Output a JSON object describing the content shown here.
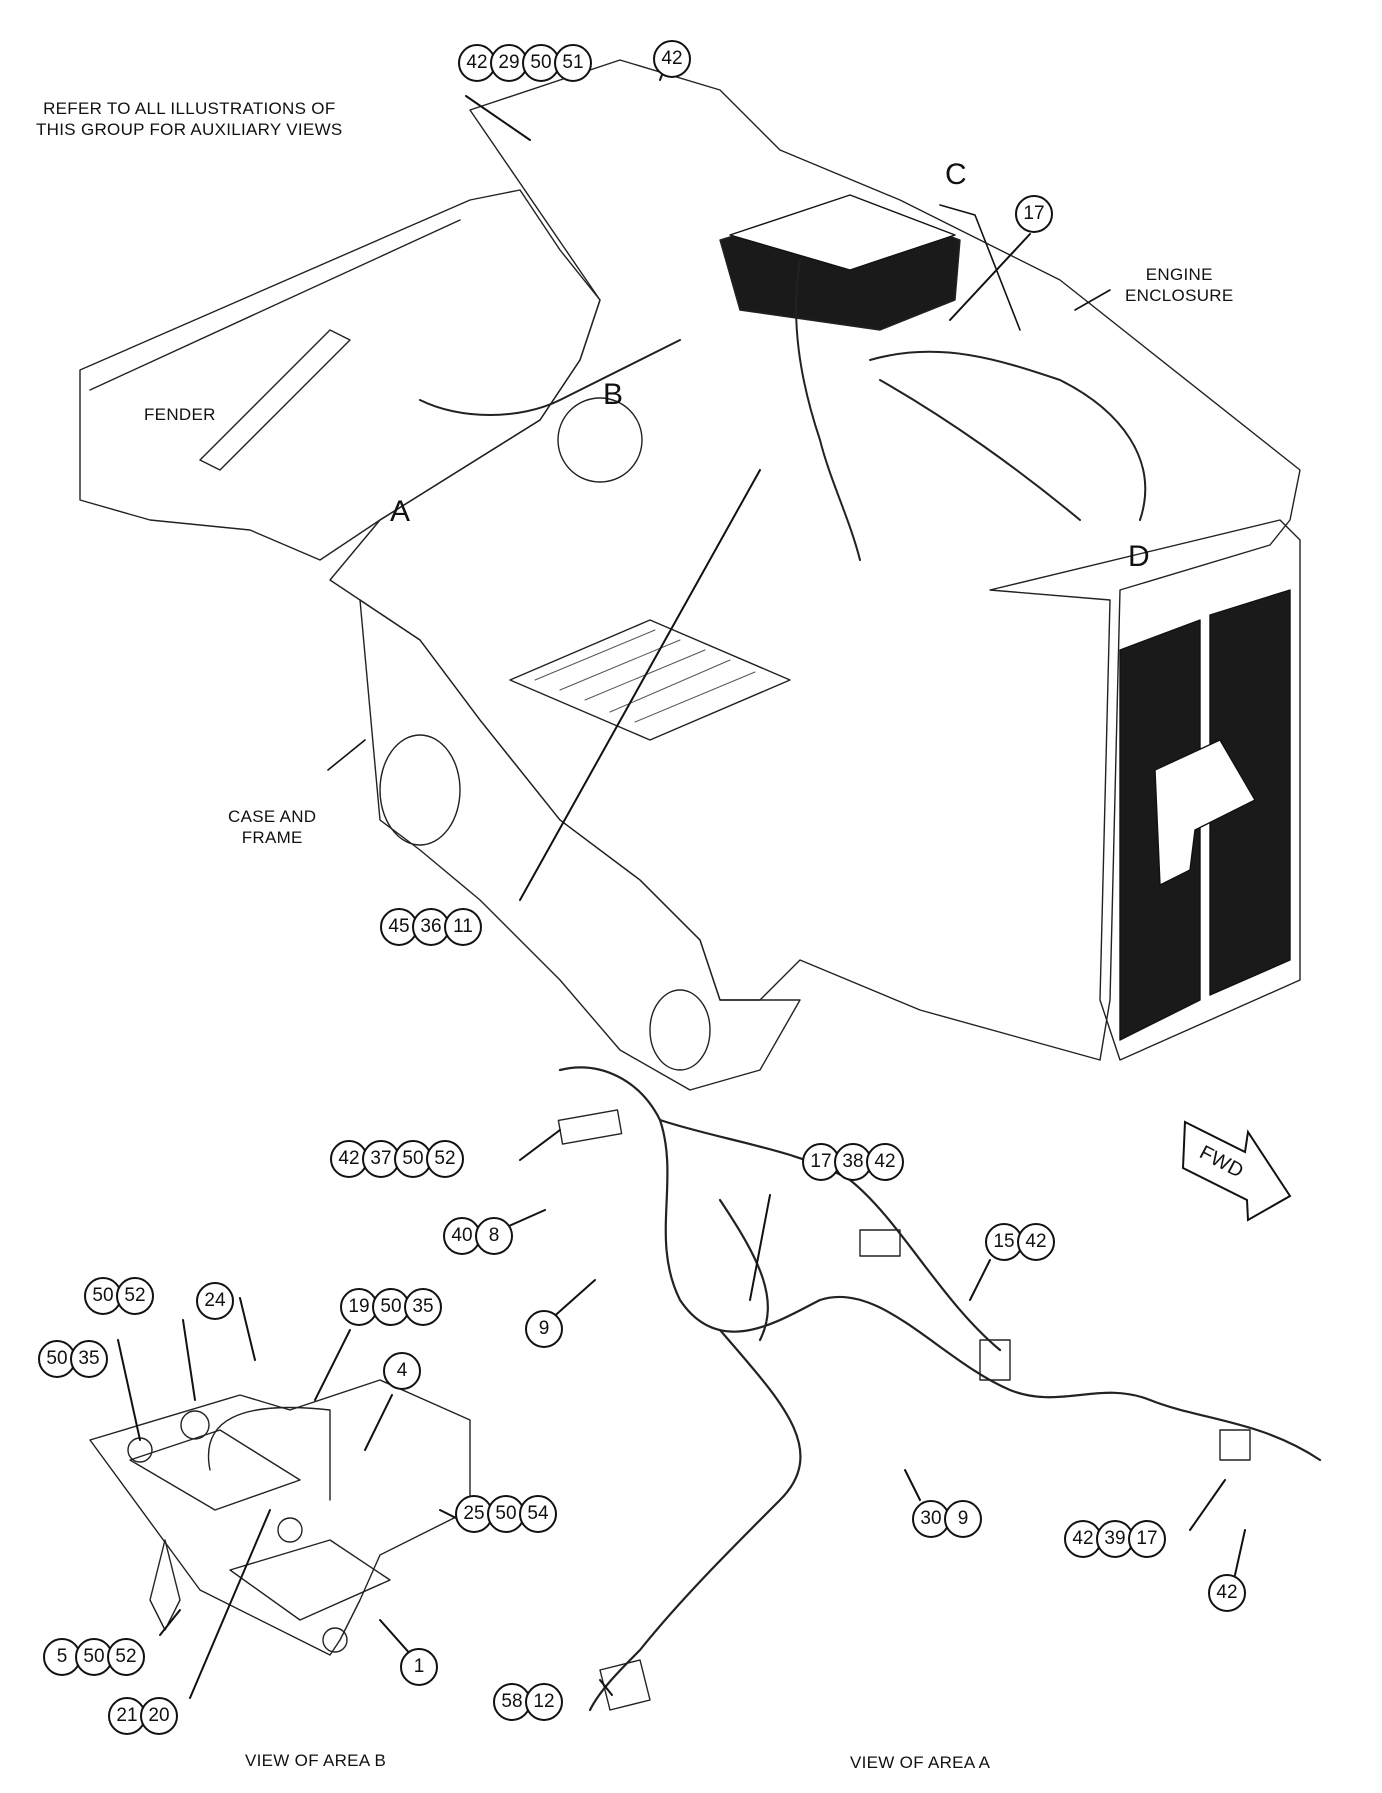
{
  "notes": {
    "refer_line1": "REFER TO ALL ILLUSTRATIONS OF",
    "refer_line2": "THIS GROUP FOR AUXILIARY VIEWS"
  },
  "component_labels": {
    "fender": "FENDER",
    "engine_enclosure_line1": "ENGINE",
    "engine_enclosure_line2": "ENCLOSURE",
    "case_frame_line1": "CASE AND",
    "case_frame_line2": "FRAME"
  },
  "area_markers": {
    "a": "A",
    "b": "B",
    "c": "C",
    "d": "D"
  },
  "direction_arrow": {
    "label": "FWD",
    "icon": "forward-arrow-icon"
  },
  "view_titles": {
    "area_b": "VIEW OF AREA B",
    "area_a": "VIEW OF AREA A"
  },
  "callouts": {
    "top_battery_bracket": [
      "42",
      "29",
      "50",
      "51"
    ],
    "top_right_clip": [
      "42"
    ],
    "battery_bolt": [
      "17"
    ],
    "harness_center": [
      "45",
      "36",
      "11"
    ],
    "a_connector_upper": [
      "42",
      "37",
      "50",
      "52"
    ],
    "a_sensor": [
      "40",
      "8"
    ],
    "a_clip_right": [
      "17",
      "38",
      "42"
    ],
    "a_harness": [
      "15",
      "42"
    ],
    "a_probe": [
      "9"
    ],
    "a_mid_connector": [
      "30",
      "9"
    ],
    "a_end_connector": [
      "42",
      "39",
      "17"
    ],
    "a_end_clip": [
      "42"
    ],
    "a_switch": [
      "58",
      "12"
    ],
    "b_bolt_top": [
      "50",
      "52"
    ],
    "b_plate": [
      "24"
    ],
    "b_nut_left": [
      "50",
      "35"
    ],
    "b_ubolt": [
      "19",
      "50",
      "35"
    ],
    "b_plug": [
      "4"
    ],
    "b_module": [
      "25",
      "50",
      "54"
    ],
    "b_bolt_bottom": [
      "5",
      "50",
      "52"
    ],
    "b_grommet": [
      "21",
      "20"
    ],
    "b_base": [
      "1"
    ]
  }
}
